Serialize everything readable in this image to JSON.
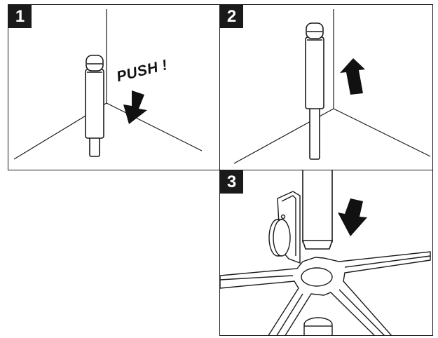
{
  "colors": {
    "badge_bg": "#1a1a1a",
    "badge_text": "#ffffff",
    "line": "#1a1a1a",
    "arrow": "#111111",
    "background": "#ffffff"
  },
  "panels": [
    {
      "step": "1",
      "label": "PUSH !",
      "icons": [
        "gas-lift-cylinder",
        "down-arrow-icon",
        "room-corner"
      ]
    },
    {
      "step": "2",
      "icons": [
        "gas-lift-cylinder",
        "up-arrow-icon",
        "room-corner"
      ]
    },
    {
      "step": "3",
      "icons": [
        "gas-lift-cylinder",
        "down-arrow-icon",
        "five-star-base",
        "caster-wheel"
      ]
    }
  ]
}
